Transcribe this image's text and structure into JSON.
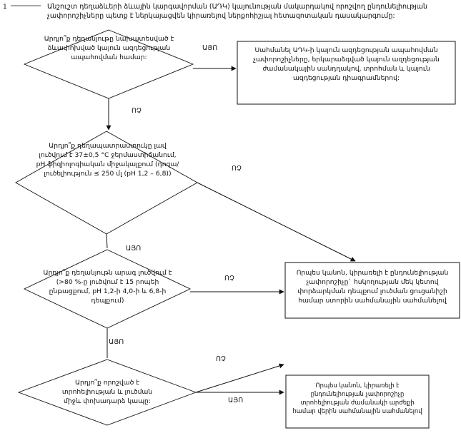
{
  "header": {
    "number": "1",
    "title": "Անշուշտ դեղաձևերի ձևային կարգավորման (ԱԴԿ) կայունության մակարդակով որոշվող ընդունելիության չափորոշիչները պետք է ներկայացվեն կիրառելով ներքոհիշյալ հետազոտական դասակարգումը:"
  },
  "decisions": [
    {
      "text": "Արդյո՞ք դեղանյութը նախատեսված է ձևափոխված կայուն ազդեցության ապահովման համար:"
    },
    {
      "text": "Արդյո՞ք դեղապատրաստուկը լավ լուծվում է 37±0,5 °C ջերմաստիճանում, pH ֆիզիոլոգիական միջակայքում (դոզա/լուծելիություն ≤ 250 մլ (pH 1,2 – 6,8))"
    },
    {
      "text": "Արդյո՞ք դեղանյութն արագ լուծվում է (>80 %-ը լուծվում է 15 րոպեի ընթացքում, pH 1,2-ի 4,0-ի և 6,8-ի դեպքում)"
    },
    {
      "text": "Արդյո՞ք որոշված է տրոհելիության և լուծման միջև փոխադարձ կապը:"
    }
  ],
  "outcomes": [
    {
      "text": "Սահմանել ԱԴԿ-ի կայուն ազդեցության ապահովման չափորոշիչները, երկարաձգված կայուն ազդեցության ժամանակային սանդղակով, տրոհման և կայուն ազդեցության դիագրամներով:"
    },
    {
      "text": "Որպես կանոն, կիրառելի է ընդունելիության չափորոշիչը` հսկողության մեկ կետով փորձարկման դեպքում լուծման ցուցանիշի համար ստորին սահմանային սահմանելով"
    },
    {
      "text": "Որպես կանոն, կիրառելի է ընդունելիության չափորոշիչը տրոհելիության ժամանակի արժեքի համար վերին սահմանային սահմանելով"
    }
  ],
  "labels": {
    "yes": "ԱՅՈ",
    "no": "ՈՉ"
  }
}
